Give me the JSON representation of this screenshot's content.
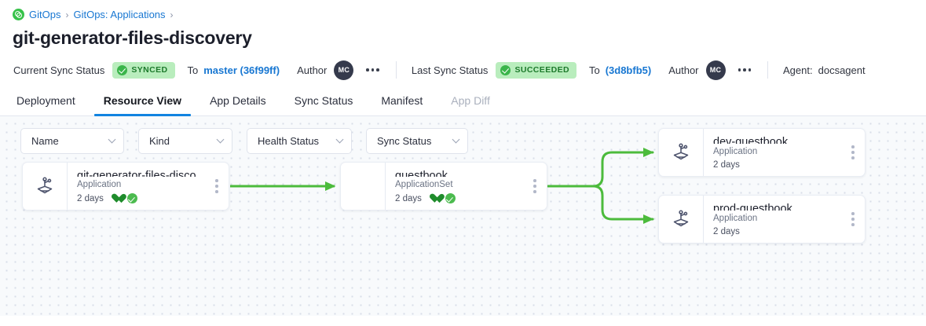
{
  "breadcrumb": {
    "logo_icon": "gitops-logo-icon",
    "items": [
      {
        "label": "GitOps",
        "sep": "›"
      },
      {
        "label": "GitOps: Applications",
        "sep": "›"
      }
    ]
  },
  "page_title": "git-generator-files-discovery",
  "status_bar": {
    "current": {
      "label": "Current Sync Status",
      "badge": "SYNCED",
      "badge_icon": "circle-check-icon",
      "to_label": "To",
      "revision": "master (36f99ff)",
      "author_label": "Author",
      "avatar_initials": "MC",
      "menu_icon": "more-horizontal-icon"
    },
    "last": {
      "label": "Last Sync Status",
      "badge": "SUCCEEDED",
      "badge_icon": "circle-check-icon",
      "to_label": "To",
      "revision": "(3d8bfb5)",
      "author_label": "Author",
      "avatar_initials": "MC",
      "menu_icon": "more-horizontal-icon"
    },
    "agent_label": "Agent:",
    "agent_value": "docsagent"
  },
  "tabs": [
    {
      "label": "Deployment",
      "state": "normal"
    },
    {
      "label": "Resource View",
      "state": "active"
    },
    {
      "label": "App Details",
      "state": "normal"
    },
    {
      "label": "Sync Status",
      "state": "normal"
    },
    {
      "label": "Manifest",
      "state": "normal"
    },
    {
      "label": "App Diff",
      "state": "disabled"
    }
  ],
  "filters": [
    {
      "label": "Name",
      "icon": "chevron-down-icon"
    },
    {
      "label": "Kind",
      "icon": "chevron-down-icon"
    },
    {
      "label": "Health Status",
      "icon": "chevron-down-icon"
    },
    {
      "label": "Sync Status",
      "icon": "chevron-down-icon"
    }
  ],
  "graph": {
    "nodes": [
      {
        "id": "root",
        "title": "git-generator-files-disco...",
        "kind": "Application",
        "age": "2 days",
        "icon": "kubernetes-helm-icon",
        "health_icon": "heart-icon",
        "sync_icon": "circle-check-icon",
        "has_icon": true,
        "has_status": true,
        "menu_icon": "more-vertical-icon"
      },
      {
        "id": "set",
        "title": "guestbook",
        "kind": "ApplicationSet",
        "age": "2 days",
        "icon": "",
        "health_icon": "heart-icon",
        "sync_icon": "circle-check-icon",
        "has_icon": false,
        "has_status": true,
        "menu_icon": "more-vertical-icon"
      },
      {
        "id": "dev",
        "title": "dev-guestbook",
        "kind": "Application",
        "age": "2 days",
        "icon": "kubernetes-helm-icon",
        "has_icon": true,
        "has_status": false,
        "menu_icon": "more-vertical-icon"
      },
      {
        "id": "prod",
        "title": "prod-guestbook",
        "kind": "Application",
        "age": "2 days",
        "icon": "kubernetes-helm-icon",
        "has_icon": true,
        "has_status": false,
        "menu_icon": "more-vertical-icon"
      }
    ],
    "edges": [
      {
        "from": "root",
        "to": "set"
      },
      {
        "from": "set",
        "to": "dev"
      },
      {
        "from": "set",
        "to": "prod"
      }
    ]
  },
  "colors": {
    "edge_green": "#4cbb3c",
    "link_blue": "#1877d2",
    "tab_underline": "#1183e0",
    "badge_bg": "#b9edbd",
    "badge_text": "#1d7a2c",
    "health_green": "#1f8c2c",
    "canvas_bg": "#f8fafc"
  }
}
